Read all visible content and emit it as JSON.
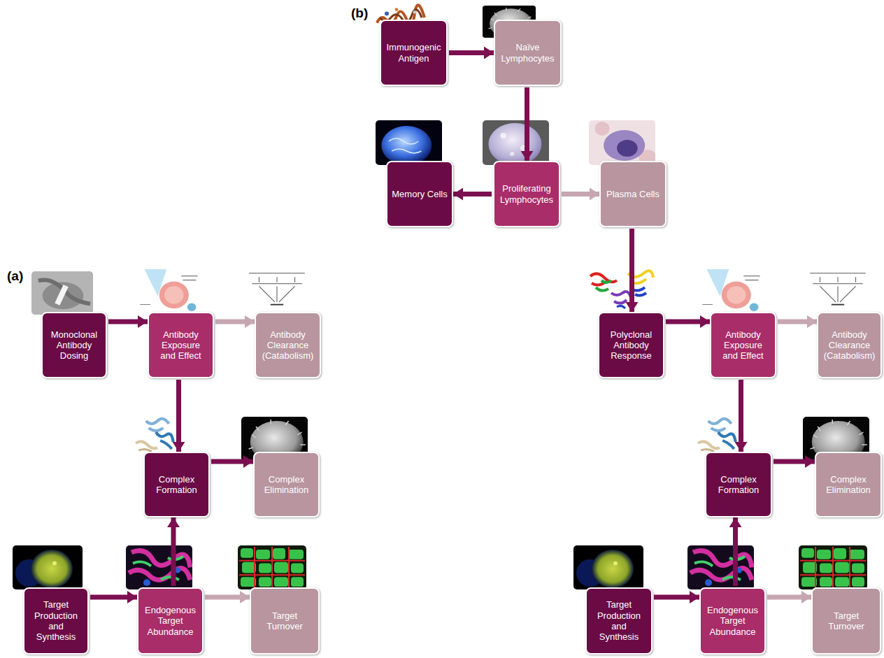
{
  "diagram": {
    "nodes": [
      {
        "text": [
          "Immunogenic Antigen"
        ]
      },
      {
        "text": [
          "Naïve Lymphocytes"
        ]
      },
      {
        "text": [
          "Memory Cells"
        ]
      },
      {
        "text": [
          "Proliferating Lymphocytes"
        ]
      },
      {
        "text": [
          "Plasma Cells"
        ]
      },
      {
        "text": [
          "Monoclonal Antibody Dosing"
        ]
      },
      {
        "text": [
          "Antibody Exposure and Effect"
        ]
      },
      {
        "text": [
          "Antibody Clearance (Catabolism)"
        ]
      },
      {
        "text": [
          "Complex Formation"
        ]
      },
      {
        "text": [
          "Complex Elimination"
        ]
      },
      {
        "text": [
          "Target Production and Synthesis"
        ]
      },
      {
        "text": [
          "Endogenous Target Abundance"
        ]
      },
      {
        "text": [
          "Target Turnover"
        ]
      },
      {
        "text": [
          "Polyclonal Antibody Response"
        ]
      },
      {
        "text": [
          "Antibody Exposure and Effect"
        ]
      },
      {
        "text": [
          "Antibody Clearance (Catabolism)"
        ]
      },
      {
        "text": [
          "Complex Formation"
        ]
      },
      {
        "text": [
          "Complex Elimination"
        ]
      },
      {
        "text": [
          "Target Production and Synthesis"
        ]
      },
      {
        "text": [
          "Endogenous Target Abundance"
        ]
      },
      {
        "text": [
          "Target Turnover"
        ]
      }
    ],
    "edges": [
      {
        "from": 0,
        "to": 1,
        "arrow": "to"
      },
      {
        "from": 1,
        "to": 3,
        "arrow": "to"
      },
      {
        "from": 3,
        "to": 2,
        "arrow": "to"
      },
      {
        "from": 3,
        "to": 4,
        "arrow": "to"
      },
      {
        "from": 4,
        "to": 13,
        "arrow": "to"
      },
      {
        "from": 5,
        "to": 6,
        "arrow": "to"
      },
      {
        "from": 6,
        "to": 7,
        "arrow": "to"
      },
      {
        "from": 6,
        "to": 8,
        "arrow": "to"
      },
      {
        "from": 8,
        "to": 9,
        "arrow": "to"
      },
      {
        "from": 11,
        "to": 8,
        "arrow": "to"
      },
      {
        "from": 10,
        "to": 11,
        "arrow": "to"
      },
      {
        "from": 11,
        "to": 12,
        "arrow": "to"
      },
      {
        "from": 13,
        "to": 14,
        "arrow": "to"
      },
      {
        "from": 14,
        "to": 15,
        "arrow": "to"
      },
      {
        "from": 14,
        "to": 16,
        "arrow": "to"
      },
      {
        "from": 16,
        "to": 17,
        "arrow": "to"
      },
      {
        "from": 19,
        "to": 16,
        "arrow": "to"
      },
      {
        "from": 18,
        "to": 19,
        "arrow": "to"
      },
      {
        "from": 19,
        "to": 20,
        "arrow": "to"
      }
    ],
    "labels": [
      "(b)",
      "(a)"
    ]
  }
}
